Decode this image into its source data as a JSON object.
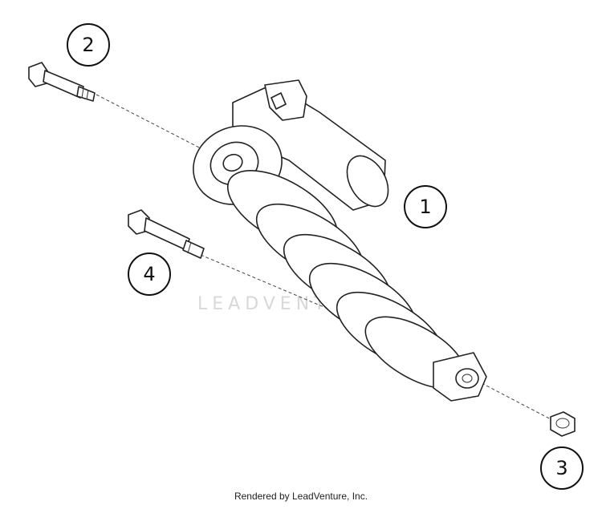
{
  "callouts": [
    {
      "id": "1",
      "label": "1"
    },
    {
      "id": "2",
      "label": "2"
    },
    {
      "id": "3",
      "label": "3"
    },
    {
      "id": "4",
      "label": "4"
    }
  ],
  "watermark": "LEADVENTURE",
  "footer": {
    "credit": "Rendered by LeadVenture, Inc."
  },
  "colors": {
    "line": "#222222",
    "background": "#ffffff",
    "watermark": "#d8d8d8"
  }
}
